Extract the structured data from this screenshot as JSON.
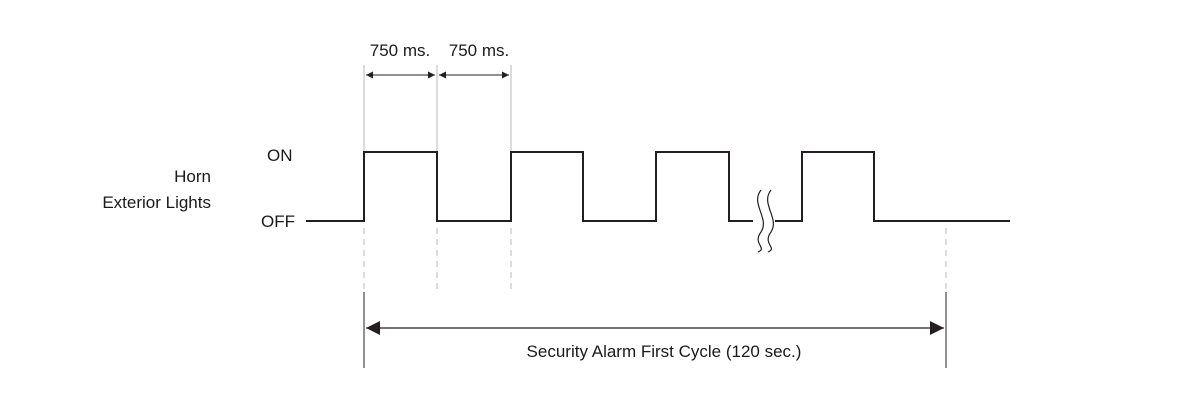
{
  "signal": {
    "labels": [
      "Horn",
      "Exterior Lights"
    ],
    "on_label": "ON",
    "off_label": "OFF"
  },
  "timing": {
    "interval_1": "750 ms.",
    "interval_2": "750 ms."
  },
  "cycle": {
    "label": "Security Alarm First Cycle (120 sec.)"
  },
  "colors": {
    "waveform": "#231f20",
    "guide": "#b8b8b8"
  }
}
